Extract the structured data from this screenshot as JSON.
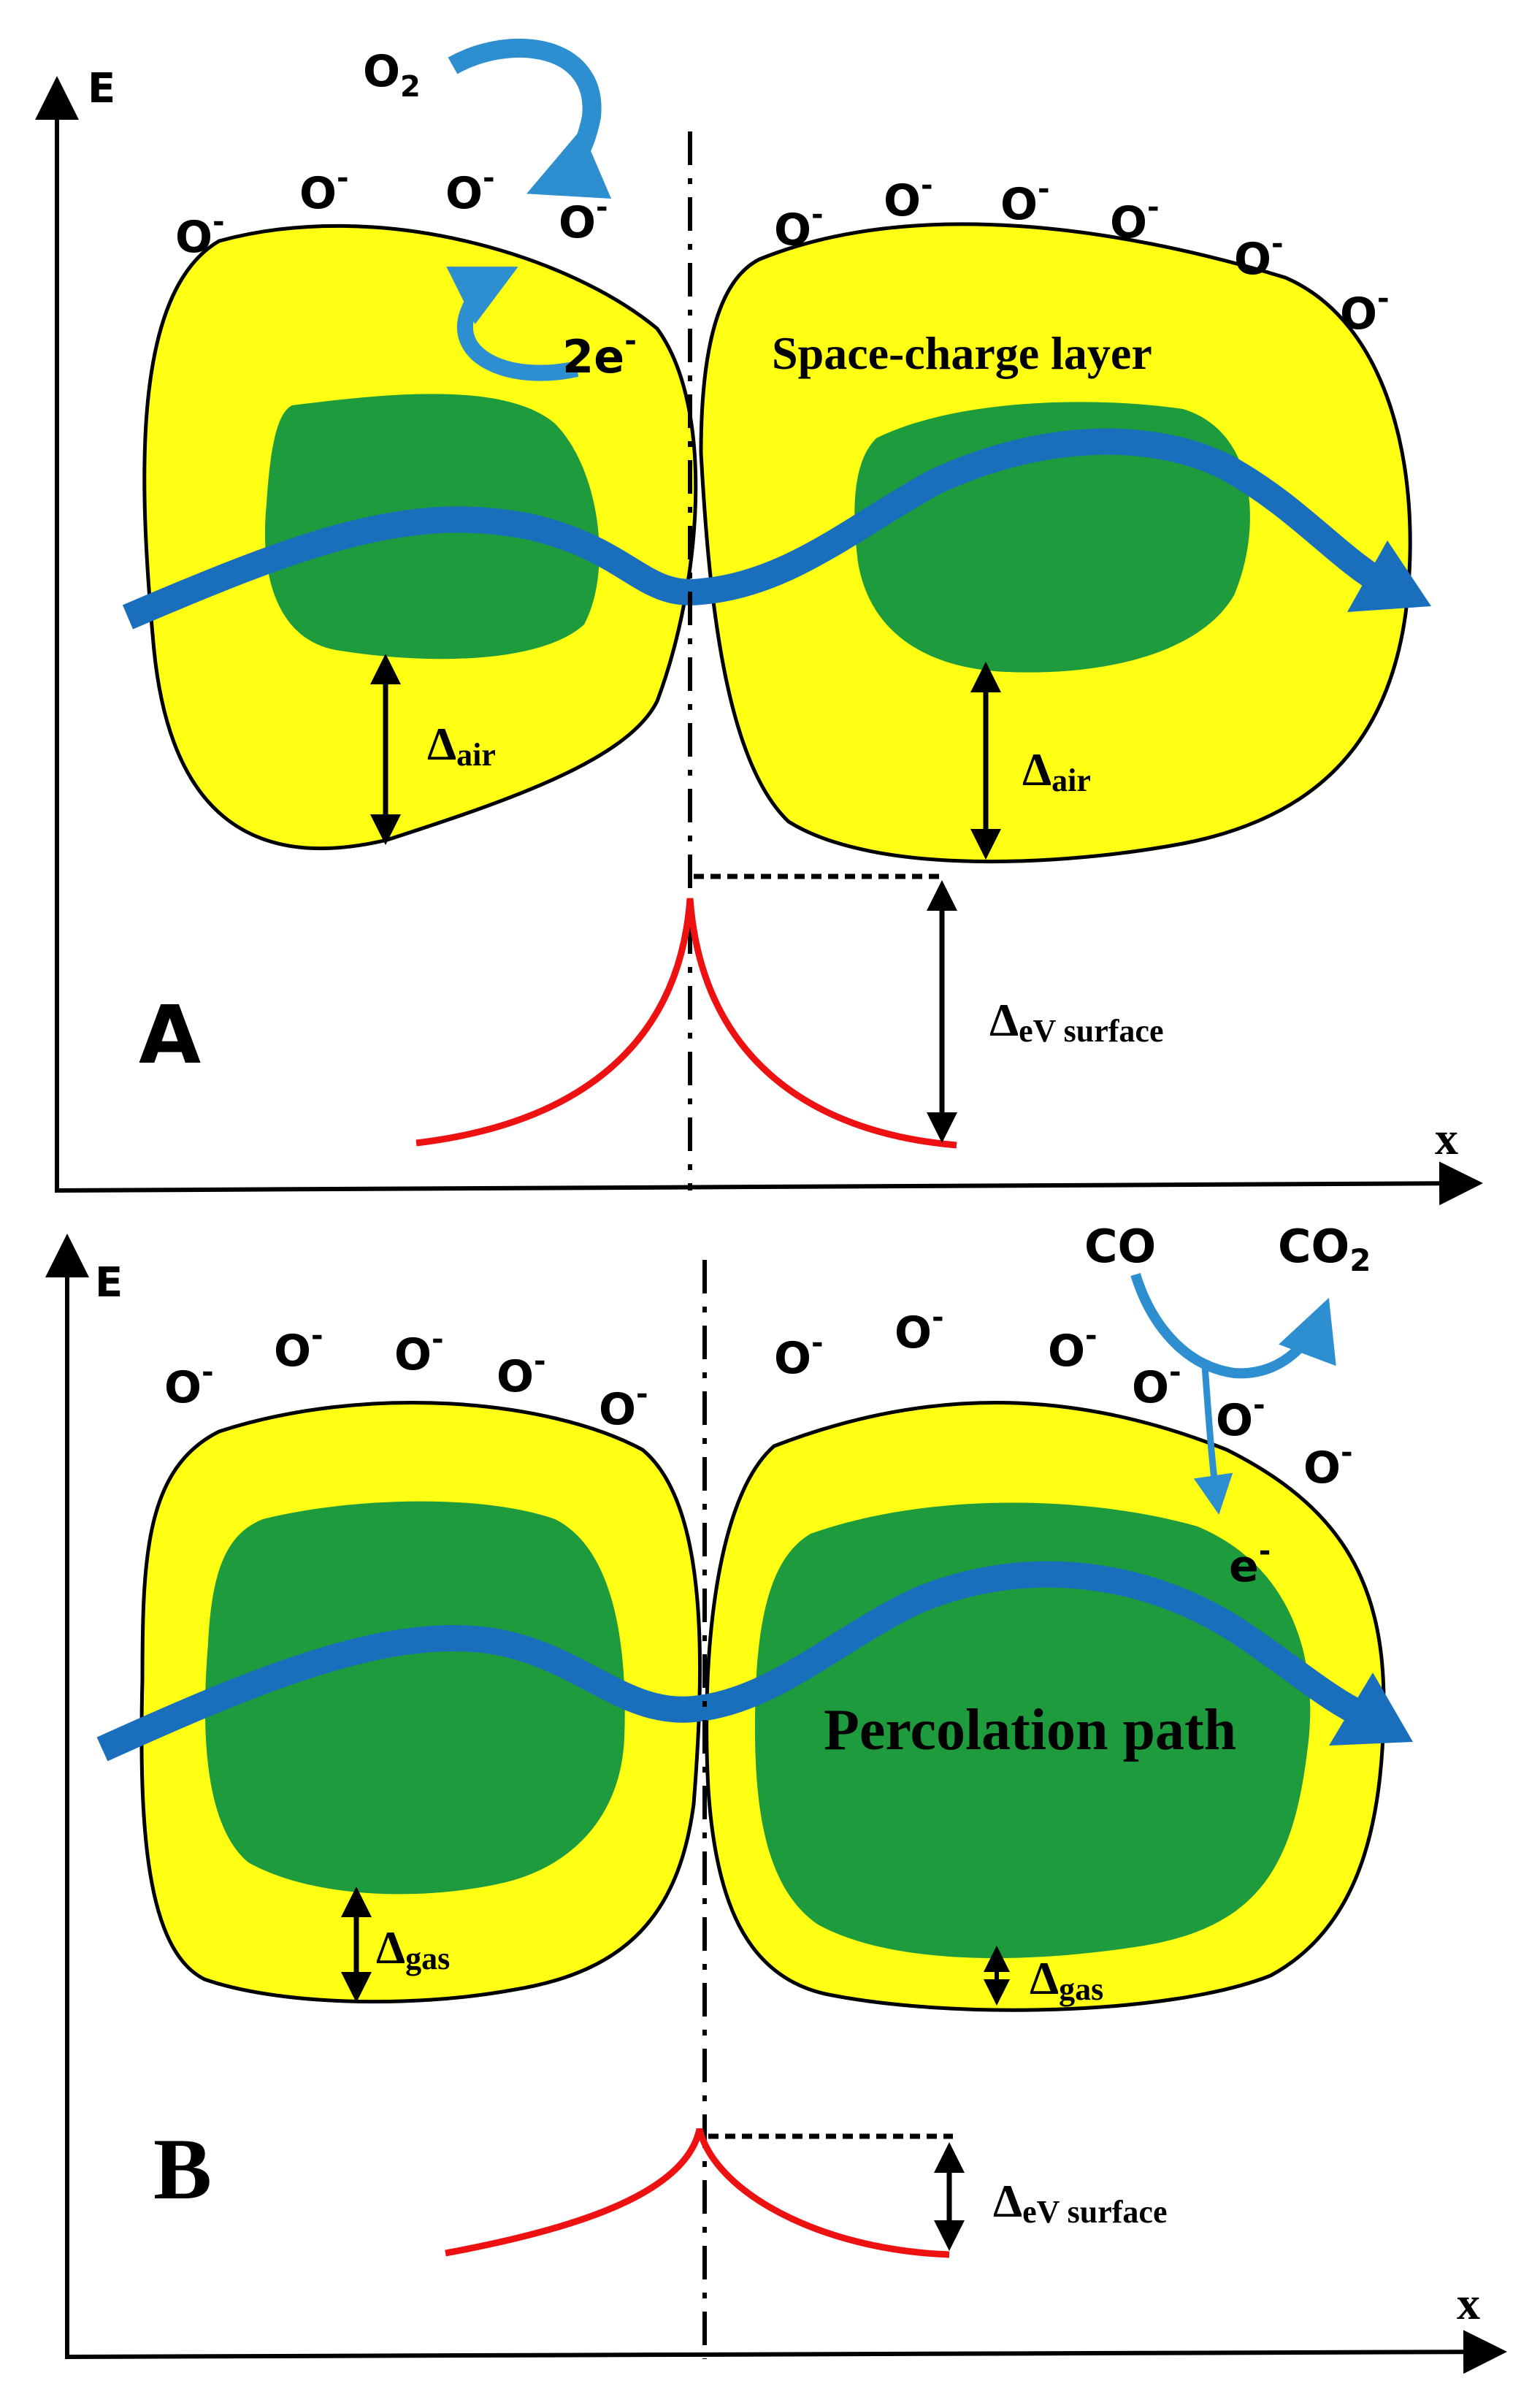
{
  "colors": {
    "grain_fill": "#ffff14",
    "core_fill": "#1e9b3c",
    "path_arrow": "#1a6fbd",
    "curved_arrow": "#2e8fd0",
    "barrier_curve": "#ee1111",
    "outline": "#000000"
  },
  "panel_a": {
    "panel_label": "A",
    "axis_y_label": "E",
    "axis_x_label": "x",
    "oxygen_in": {
      "base": "O",
      "sub": "2"
    },
    "electrons": {
      "base": "2e",
      "sup": "-"
    },
    "adsorbed_ion": {
      "base": "O",
      "sup": "-"
    },
    "adsorbed_ion_count": 10,
    "layer_label": "Space-charge layer",
    "delta_left": {
      "base": "Δ",
      "sub": "air"
    },
    "delta_right": {
      "base": "Δ",
      "sub": "air"
    },
    "delta_surface": {
      "base": "Δ",
      "sub": "eV surface"
    }
  },
  "panel_b": {
    "panel_label": "B",
    "axis_y_label": "E",
    "axis_x_label": "x",
    "reactant": "CO",
    "product": {
      "base": "CO",
      "sub": "2"
    },
    "electron": {
      "base": "e",
      "sup": "-"
    },
    "adsorbed_ion": {
      "base": "O",
      "sup": "-"
    },
    "adsorbed_ion_count": 11,
    "path_label": "Percolation path",
    "delta_left": {
      "base": "Δ",
      "sub": "gas"
    },
    "delta_right": {
      "base": "Δ",
      "sub": "gas"
    },
    "delta_surface": {
      "base": "Δ",
      "sub": "eV surface"
    }
  }
}
